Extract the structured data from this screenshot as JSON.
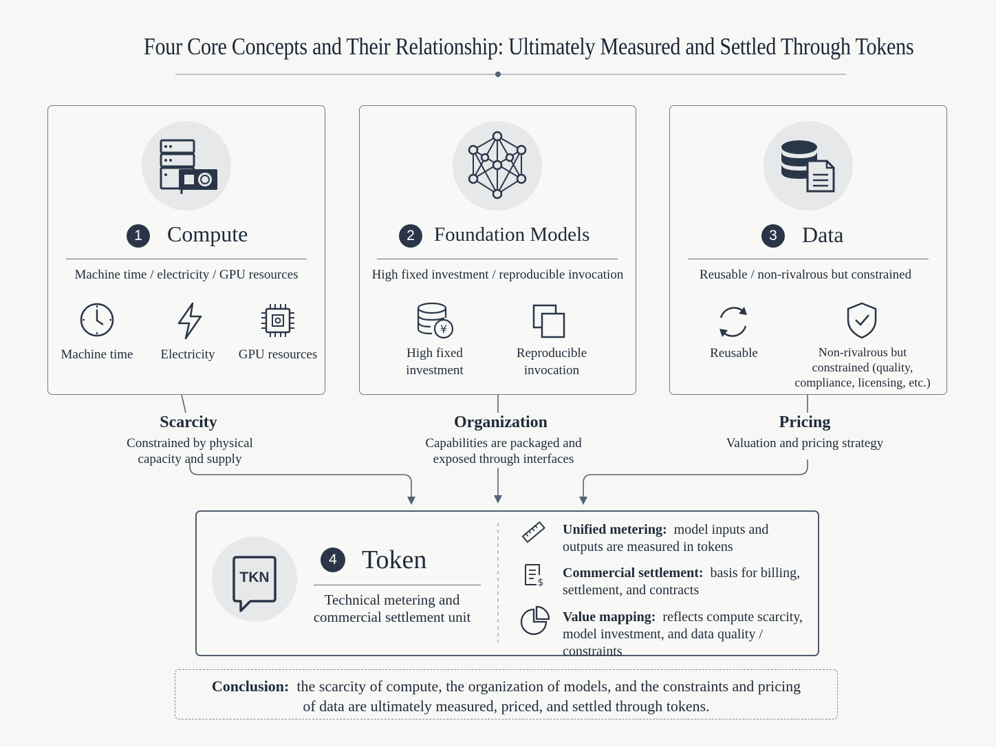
{
  "title": "Four Core Concepts and Their Relationship: Ultimately Measured and Settled Through Tokens",
  "cards": [
    {
      "number": "1",
      "name": "Compute",
      "subtitle": "Machine time / electricity / GPU resources",
      "items": [
        {
          "icon": "clock-icon",
          "label": "Machine time"
        },
        {
          "icon": "lightning-icon",
          "label": "Electricity"
        },
        {
          "icon": "chip-icon",
          "label": "GPU resources"
        }
      ],
      "main_icon": "server-gpu-icon"
    },
    {
      "number": "2",
      "name": "Foundation Models",
      "subtitle": "High fixed investment / reproducible invocation",
      "items": [
        {
          "icon": "database-yen-icon",
          "label": "High fixed investment"
        },
        {
          "icon": "copy-icon",
          "label": "Reproducible invocation"
        }
      ],
      "main_icon": "network-icon"
    },
    {
      "number": "3",
      "name": "Data",
      "subtitle": "Reusable / non-rivalrous but constrained",
      "items": [
        {
          "icon": "refresh-icon",
          "label": "Reusable"
        },
        {
          "icon": "shield-check-icon",
          "label": "Non-rivalrous but constrained (quality, compliance, licensing, etc.)"
        }
      ],
      "main_icon": "database-document-icon"
    }
  ],
  "connectors": [
    {
      "title": "Scarcity",
      "text": "Constrained by physical capacity and supply"
    },
    {
      "title": "Organization",
      "text": "Capabilities are packaged and exposed through interfaces"
    },
    {
      "title": "Pricing",
      "text": "Valuation and pricing strategy"
    }
  ],
  "token": {
    "number": "4",
    "name": "Token",
    "icon_text": "TKN",
    "subtitle": "Technical metering and commercial settlement unit",
    "features": [
      {
        "icon": "ruler-icon",
        "heading": "Unified metering:",
        "text": "model inputs and outputs are measured in tokens"
      },
      {
        "icon": "invoice-icon",
        "heading": "Commercial settlement:",
        "text": "basis for billing, settlement, and contracts"
      },
      {
        "icon": "pie-chart-icon",
        "heading": "Value mapping:",
        "text": "reflects compute scarcity, model investment, and data quality / constraints"
      }
    ]
  },
  "conclusion": {
    "heading": "Conclusion:",
    "text": "the scarcity of compute, the organization of models, and the constraints and pricing of data are ultimately measured, priced, and settled through tokens."
  },
  "colors": {
    "ink": "#1f2a3a",
    "badge": "#2a3648",
    "border": "#6d7a8c",
    "icon_bg": "#e6e8ea",
    "page_bg": "#f7f7f5"
  }
}
